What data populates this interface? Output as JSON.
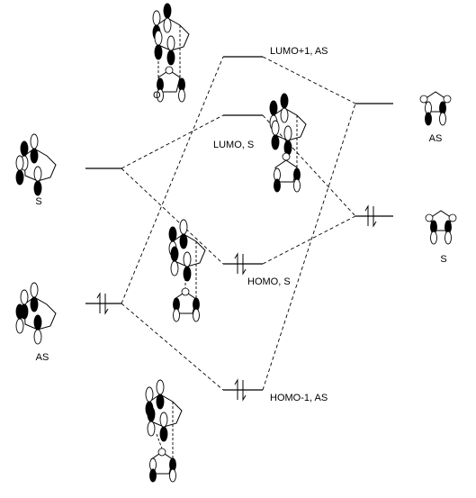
{
  "diagram": {
    "labels": {
      "left_top": "S",
      "left_bottom": "AS",
      "right_top": "AS",
      "right_bottom": "S",
      "lumo_plus1": "LUMO+1, AS",
      "lumo": "LUMO, S",
      "homo": "HOMO, S",
      "homo_minus1": "HOMO-1, AS"
    },
    "atom_label": "O"
  }
}
